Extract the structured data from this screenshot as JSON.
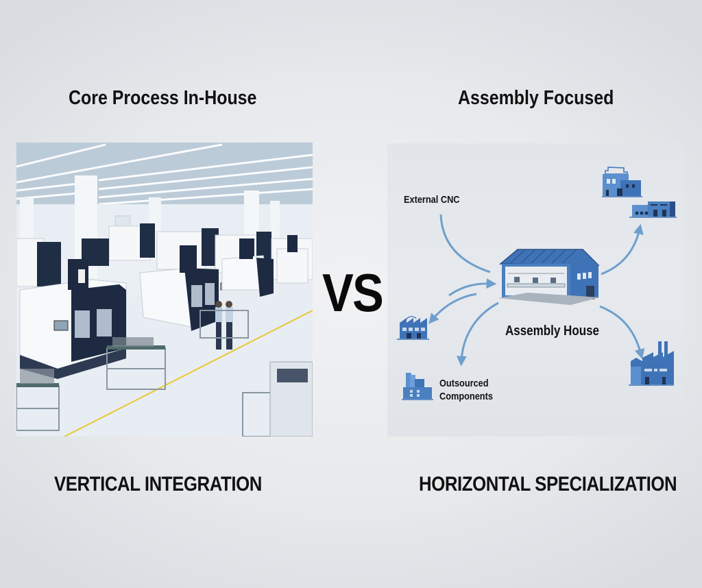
{
  "left": {
    "top_heading": "Core Process In-House",
    "bottom_heading": "VERTICAL INTEGRATION",
    "image_description": "Bright factory floor with rows of white and navy CNC machining centers, workbenches, and two workers in light blue shirts"
  },
  "center": {
    "vs_label": "VS"
  },
  "right": {
    "top_heading": "Assembly Focused",
    "bottom_heading": "HORIZONTAL SPECIALIZATION",
    "diagram": {
      "center_node": "Assembly House",
      "labels": {
        "external_cnc": "External CNC",
        "outsourced_line1": "Outsourced",
        "outsourced_line2": "Components"
      },
      "nodes": [
        {
          "id": "external-cnc",
          "icon": "arrow-source",
          "direction": "inbound"
        },
        {
          "id": "factory-top-right-1",
          "icon": "building-icon"
        },
        {
          "id": "factory-top-right-2",
          "icon": "warehouse-icon"
        },
        {
          "id": "factory-left",
          "icon": "factory-icon"
        },
        {
          "id": "outsourced-components",
          "icon": "component-plant-icon"
        },
        {
          "id": "factory-bottom-right",
          "icon": "smokestack-factory-icon"
        }
      ]
    },
    "colors": {
      "building_blue": "#3f73b8",
      "building_dark": "#2b4f86",
      "arrow_blue": "#6f9fcc"
    }
  }
}
